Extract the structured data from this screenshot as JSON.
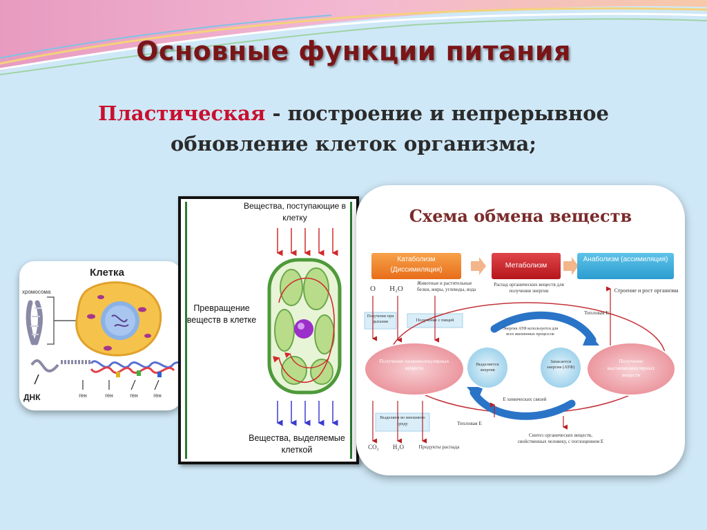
{
  "slide": {
    "title": "Основные функции питания",
    "definition": {
      "term": "Пластическая",
      "line1_rest": " - построение и непрерывное",
      "line2": "обновление клеток организма;"
    }
  },
  "cell_figure": {
    "title": "Клетка",
    "label_chromosome": "хромосома",
    "label_dna": "ДНК",
    "gene_labels": [
      "ген",
      "ген",
      "ген",
      "ген"
    ]
  },
  "flow_figure": {
    "top_label": "Вещества, поступающие в клетку",
    "middle_label": "Превращение веществ в клетке",
    "bottom_label": "Вещества, выделяемые клеткой"
  },
  "metabolism_diagram": {
    "title": "Схема обмена веществ",
    "box_catabolism": "Катаболизм (Диссимиляция)",
    "box_metabolism": "Метаболизм",
    "box_anabolism": "Анаболизм (ассимиляция)",
    "label_o": "O",
    "label_h2o_top": "H₂O",
    "label_food": "Животные и растительные белки, жиры, углеводы, вода",
    "label_breakdown": "Распад органических веществ для получения энергии",
    "label_structure": "Строение и рост организма",
    "box_breathing": "Получение при дыхании",
    "box_food_intake": "Получение с пищей",
    "label_thermal_top": "Тепловая Е",
    "label_atp_use": "Энергия АТФ используется для всех жизненных процессов",
    "ellipse_low": "Получение низкомолекулярных веществ",
    "ellipse_high": "Получение высокомолекулярных веществ",
    "circle_release": "Выделяется энергия",
    "circle_store": "Запасается энергия (АТФ)",
    "label_chem_bonds": "Е химических связей",
    "box_excretion": "Выделяем во внешнюю среду",
    "label_thermal_bottom": "Тепловая Е",
    "label_synthesis": "Синтез органических веществ, свойственных человеку, с поглощением Е",
    "label_co2": "CO₂",
    "label_h2o_bottom": "H₂O",
    "label_decay_products": "Продукты распада"
  }
}
